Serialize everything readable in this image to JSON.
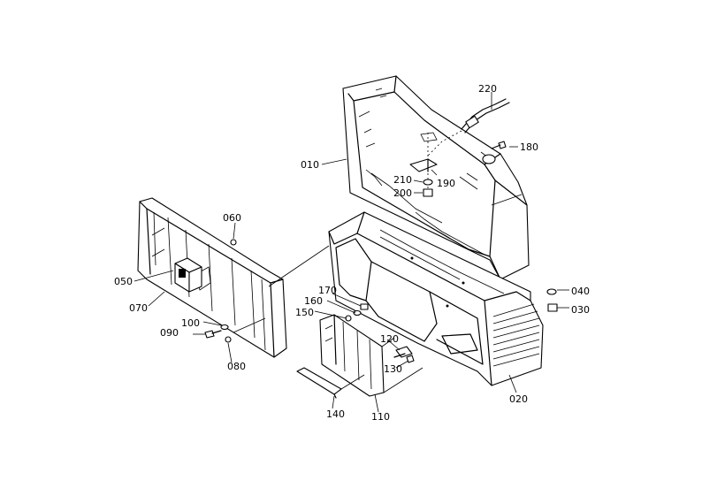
{
  "labels": {
    "p010": "010",
    "p020": "020",
    "p030": "030",
    "p040": "040",
    "p050": "050",
    "p060": "060",
    "p070": "070",
    "p080": "080",
    "p090": "090",
    "p100": "100",
    "p110": "110",
    "p120": "120",
    "p130": "130",
    "p140": "140",
    "p150": "150",
    "p160": "160",
    "p170": "170",
    "p180": "180",
    "p190": "190",
    "p200": "200",
    "p210": "210",
    "p220": "220"
  }
}
